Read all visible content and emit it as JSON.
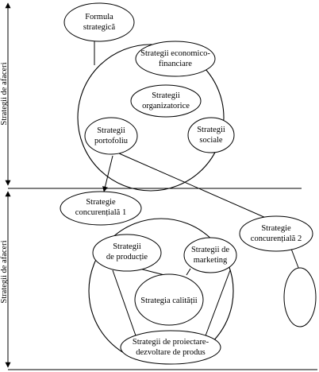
{
  "side_labels": {
    "top": "Strategii de afaceri",
    "bottom": "Strategii de afaceri"
  },
  "nodes": {
    "formula": {
      "line1": "Formula",
      "line2": "strategică"
    },
    "economico": {
      "line1": "Strategii economico-",
      "line2": "financiare"
    },
    "organizatorice": {
      "line1": "Strategii",
      "line2": "organizatorice"
    },
    "portofoliu": {
      "line1": "Strategii",
      "line2": "portofoliu"
    },
    "sociale": {
      "line1": "Strategii",
      "line2": "sociale"
    },
    "concurentiala1": {
      "line1": "Strategie",
      "line2": "concurențială 1"
    },
    "concurentiala2": {
      "line1": "Strategie",
      "line2": "concurențială 2"
    },
    "productie": {
      "line1": "Strategii",
      "line2": "de producție"
    },
    "marketing": {
      "line1": "Strategii de",
      "line2": "marketing"
    },
    "calitatii": {
      "line1": "Strategia calității"
    },
    "proiectare": {
      "line1": "Strategii de proiectare-",
      "line2": "dezvoltare de produs"
    }
  }
}
